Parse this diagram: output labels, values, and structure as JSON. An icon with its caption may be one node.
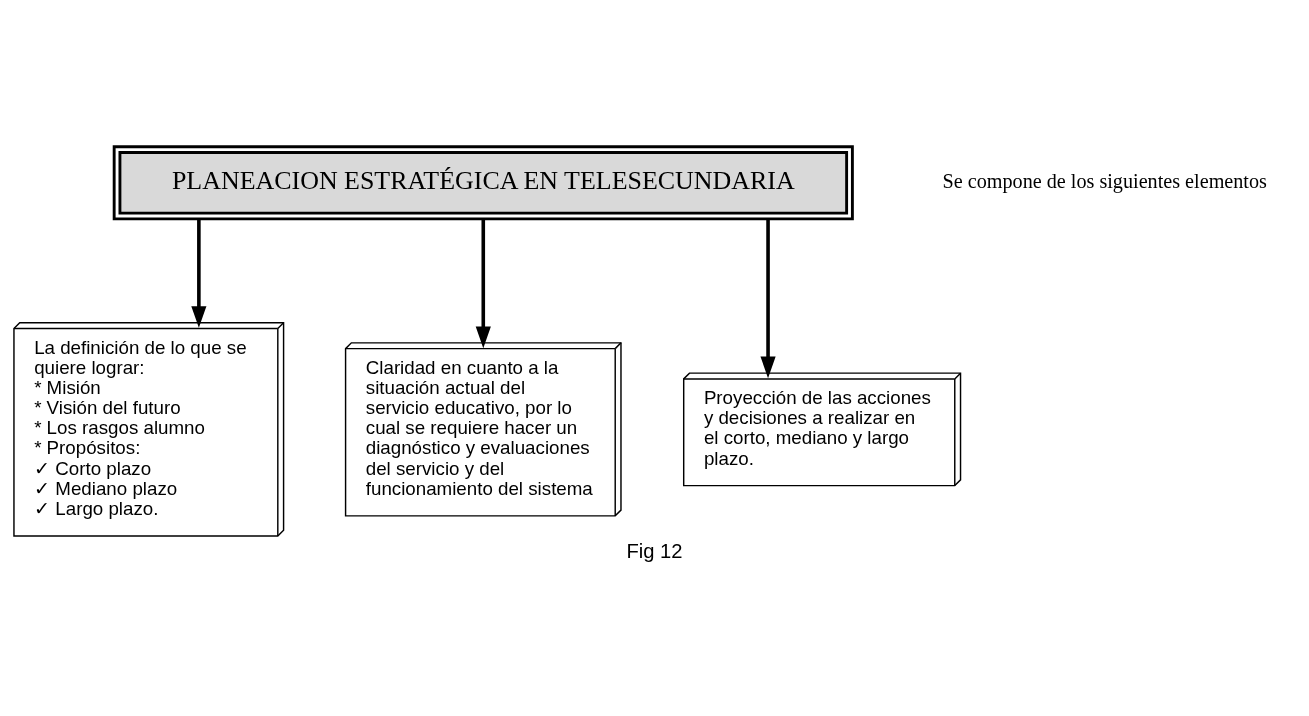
{
  "diagram": {
    "caption": "Fig 12",
    "nodes": [
      {
        "text": [
          "PLANEACION ESTRATÉGICA EN TELESECUNDARIA"
        ]
      },
      {
        "text": [
          "La definición de lo que se quiere lograr:",
          "* Misión",
          "* Visión del futuro",
          "* Los rasgos alumno",
          "* Propósitos:",
          "✓ Corto plazo",
          "✓ Mediano plazo",
          "✓ Largo plazo."
        ]
      },
      {
        "text": [
          "Claridad en cuanto a la situación actual del servicio educativo, por lo cual se requiere hacer un diagnóstico y evaluaciones del servicio y del funcionamiento del sistema"
        ]
      },
      {
        "text": [
          "Proyección de las acciones y decisiones a realizar en el corto, mediano y largo plazo."
        ]
      }
    ],
    "edges": [
      {
        "from": 0,
        "to": 1,
        "arrow": "to"
      },
      {
        "from": 0,
        "to": 2,
        "arrow": "to"
      },
      {
        "from": 0,
        "to": 3,
        "arrow": "to"
      }
    ],
    "labels": [
      "Se compone de los siguientes elementos"
    ]
  }
}
